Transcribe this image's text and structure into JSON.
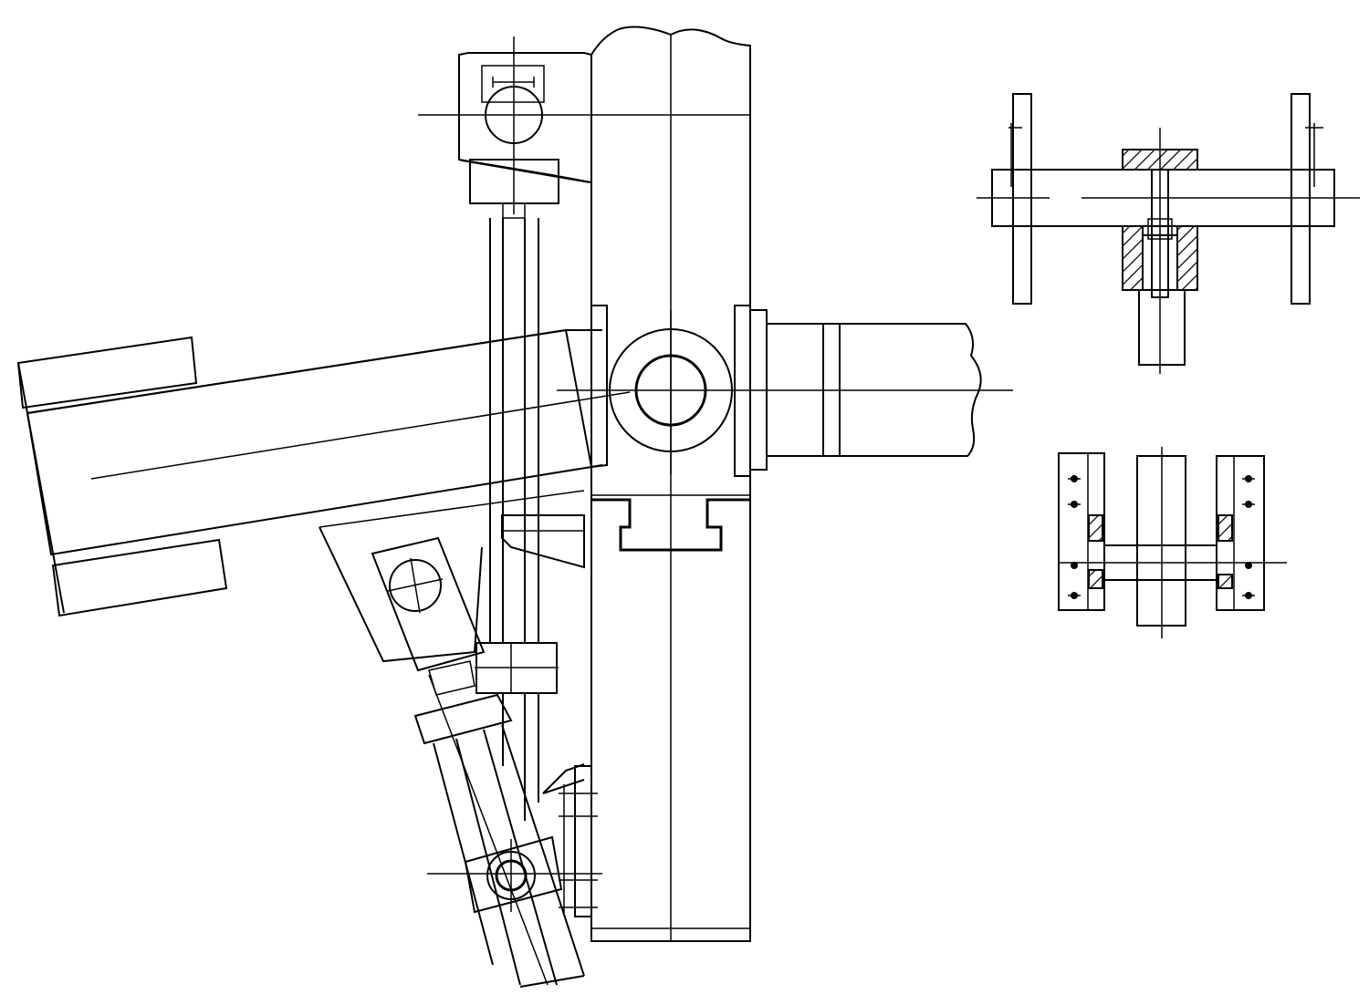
{
  "figure": {
    "kind": "mechanical-drawing",
    "views": [
      "main-assembly-view",
      "top-right-section-view",
      "bottom-right-detail-view"
    ],
    "line_color": "#000000",
    "background": "#ffffff",
    "hatch_style": "diagonal"
  }
}
